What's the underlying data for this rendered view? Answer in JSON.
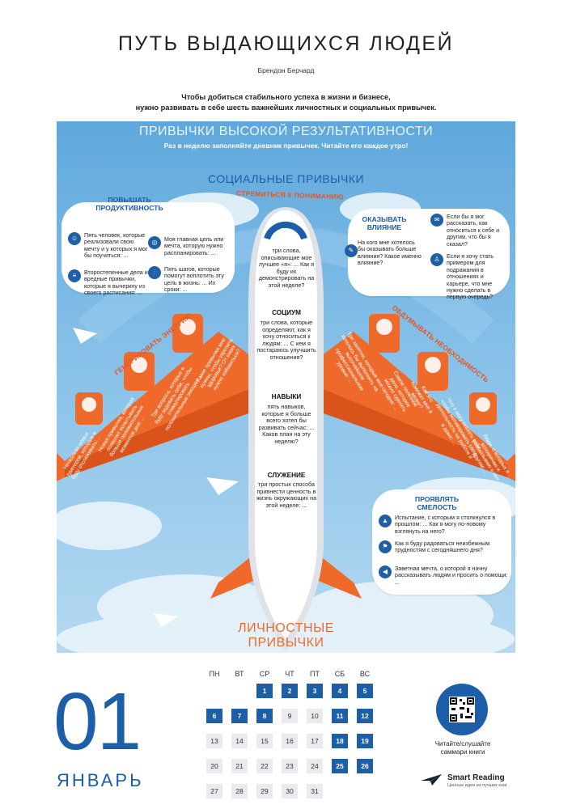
{
  "header": {
    "title": "ПУТЬ ВЫДАЮЩИХСЯ ЛЮДЕЙ",
    "author": "Брендон Берчард",
    "intro_line1": "Чтобы добиться стабильного успеха в жизни и бизнесе,",
    "intro_line2": "нужно развивать в себе шесть важнейших личностных и социальных привычек."
  },
  "poster": {
    "title": "ПРИВЫЧКИ ВЫСОКОЙ РЕЗУЛЬТАТИВНОСТИ",
    "subtitle": "Раз в неделю заполняйте дневник привычек. Читайте его каждое утро!",
    "social_title": "СОЦИАЛЬНЫЕ ПРИВЫЧКИ",
    "personal_line1": "ЛИЧНОСТНЫЕ",
    "personal_line2": "ПРИВЫЧКИ",
    "colors": {
      "accent": "#ef6a2a",
      "blue": "#1c5ea8",
      "sky": "#87c1e8"
    }
  },
  "productivity": {
    "title": "ПОВЫШАТЬ\nПРОДУКТИВНОСТЬ",
    "items": [
      {
        "icon": "people-icon",
        "text": "Пять человек, которые реализовали свою мечту и у которых я мог бы поучиться: ..."
      },
      {
        "icon": "target-icon",
        "text": "Моя главная цель или мечта, которую нужно распланировать: ..."
      },
      {
        "icon": "document-icon",
        "text": "Второстепенные дела и вредные привычки, которые я вычеркну из своего расписания: ..."
      },
      {
        "icon": "ladder-icon",
        "text": "Пять шагов, которые помогут воплотить эту цель в жизнь: ... Их сроки: ..."
      }
    ]
  },
  "influence": {
    "title": "ОКАЗЫВАТЬ\nВЛИЯНИЕ",
    "question": "На кого мне хотелось бы оказывать больше влияния? Какое именно влияние?",
    "items": [
      {
        "icon": "chat-icon",
        "text": "Если бы я мог рассказать, как относиться к себе и другим, что бы я сказал?"
      },
      {
        "icon": "person-icon",
        "text": "Если я хочу стать примером для подражания в отношениях и карьере, что мне нужно сделать в первую очередь?"
      }
    ]
  },
  "courage": {
    "title": "ПРОЯВЛЯТЬ\nСМЕЛОСТЬ",
    "items": [
      {
        "icon": "mountain-icon",
        "text": "Испытание, с которым я столкнулся в прошлом: ... Как я могу по-новому взглянуть на него?"
      },
      {
        "icon": "climber-icon",
        "text": "Как я буду радоваться неизбежным трудностям с сегодняшнего дня?"
      },
      {
        "icon": "speaker-icon",
        "text": "Заветная мечта, о которой я начну рассказывать людям и просить о помощи: ..."
      }
    ]
  },
  "fuselage": {
    "curve_label": "СТРЕМИТЬСЯ К ПОНИМАНИЮ",
    "ya": "Я",
    "ya_text": "три слова, описывающие мое лучшее «я»: ... Как я буду их демонстрировать на этой неделе?",
    "sections": [
      {
        "head": "СОЦИУМ",
        "text": "три слова, которые определяют, как я хочу относиться к людям: ... С кем я постараюсь улучшить отношения?"
      },
      {
        "head": "НАВЫКИ",
        "text": "пять навыков, которые я больше всего хотел бы развивать сейчас: ... Каков план на эту неделю?"
      },
      {
        "head": "СЛУЖЕНИЕ",
        "text": "три простых способа привнести ценность в жизнь окружающих на этой неделе: ..."
      }
    ]
  },
  "left_wing": {
    "label": "ГЕНЕРИРОВАТЬ ЭНЕРГИЮ",
    "texts": [
      "Несколько новых триггеров, которые я буду отслеживать: ...",
      "Новая привычка, которая позволит испытывать больше положительных моментов дня: ...",
      "Три вопроса, которые я буду задавать себе, чтобы стимулировать положительные эмоции: ...",
      "Какие привычки мне нужны, чтобы укрепить здоровье? От каких нужно избавиться?"
    ]
  },
  "right_wing": {
    "label": "ОБДУМЫВАТЬ НЕОБХОДИМОСТЬ",
    "texts": [
      "Три занятия, которые мне хотелось бы выполнять на высочайшем профессиональном уровне: ...",
      "Самое полезное дело, которое можно сделать сегодня: ...",
      "Как это поможет мне в жизни?",
      "Что я могу сказать себе, чтобы мотивировать свою деятельность на работе и в доме: ...",
      "Люди, о которых я вспоминаю и рассказываю о них другим: ..."
    ]
  },
  "calendar": {
    "day_number": "01",
    "month": "ЯНВАРЬ",
    "weekdays": [
      "ПН",
      "ВТ",
      "СР",
      "ЧТ",
      "ПТ",
      "СБ",
      "ВС"
    ],
    "weeks": [
      [
        "",
        "",
        "1",
        "2",
        "3",
        "4",
        "5"
      ],
      [
        "6",
        "7",
        "8",
        "9",
        "10",
        "11",
        "12"
      ],
      [
        "13",
        "14",
        "15",
        "16",
        "17",
        "18",
        "19"
      ],
      [
        "20",
        "21",
        "22",
        "23",
        "24",
        "25",
        "26"
      ],
      [
        "27",
        "28",
        "29",
        "30",
        "31",
        "",
        ""
      ]
    ],
    "highlighted": [
      "1",
      "2",
      "3",
      "4",
      "5",
      "6",
      "7",
      "8",
      "11",
      "12",
      "18",
      "19",
      "25",
      "26"
    ]
  },
  "footer": {
    "qr_caption_line1": "Читайте/слушайте",
    "qr_caption_line2": "саммари книги",
    "brand": "Smart Reading",
    "brand_sub": "Ценные идеи из лучших книг"
  }
}
